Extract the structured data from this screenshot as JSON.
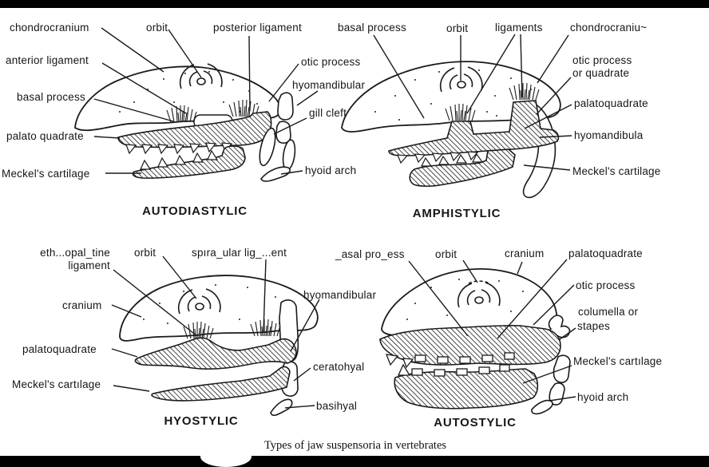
{
  "figure": {
    "caption": "Types of jaw suspensoria in vertebrates",
    "colors": {
      "ink": "#1a1a1a",
      "paper": "#ffffff",
      "scan_bar": "#000000"
    }
  },
  "panels": [
    {
      "title": "AUTODIASTYLIC",
      "labels": {
        "chondrocranium": "chondrocranium",
        "orbit": "orbit",
        "posterior_ligament": "posterior ligament",
        "anterior_ligament": "anterior ligament",
        "otic_process": "otic process",
        "hyomandibular": "hyomandibular",
        "basal_process": "basal process",
        "gill_cleft": "gill cleft",
        "palato_quadrate": "palato quadrate",
        "meckels_cartilage": "Meckel's cartilage",
        "hyoid_arch": "hyoid arch"
      }
    },
    {
      "title": "AMPHISTYLIC",
      "labels": {
        "basal_process": "basal process",
        "orbit": "orbit",
        "ligaments": "ligaments",
        "chondrocranium": "chondrocraniu~",
        "otic_process_line1": "otic process",
        "otic_process_line2": "or quadrate",
        "palatoquadrate": "palatoquadrate",
        "hyomandibula": "hyomandibula",
        "meckels_cartilage": "Meckel's cartilage"
      }
    },
    {
      "title": "HYOSTYLIC",
      "labels": {
        "ethmopalatine_ligament_line1": "eth...opal_tine",
        "ethmopalatine_ligament_line2": "ligament",
        "orbit": "orbit",
        "spiracular_ligament": "spıra_ular lig_...ent",
        "hyomandibular": "hyomandibular",
        "cranium": "cranium",
        "palatoquadrate": "palatoquadrate",
        "ceratohyal": "ceratohyal",
        "meckels_cartilage": "Meckel's cartılage",
        "basihyal": "basihyal"
      }
    },
    {
      "title": "AUTOSTYLIC",
      "labels": {
        "basal_process": "_asal pro_ess",
        "orbit": "orbit",
        "cranium": "cranium",
        "palatoquadrate": "palatoquadrate",
        "otic_process": "otic process",
        "columella_line1": "columella or",
        "columella_line2": "stapes",
        "meckels_cartilage": "Meckel's cartılage",
        "hyoid_arch": "hyoid arch"
      }
    }
  ]
}
